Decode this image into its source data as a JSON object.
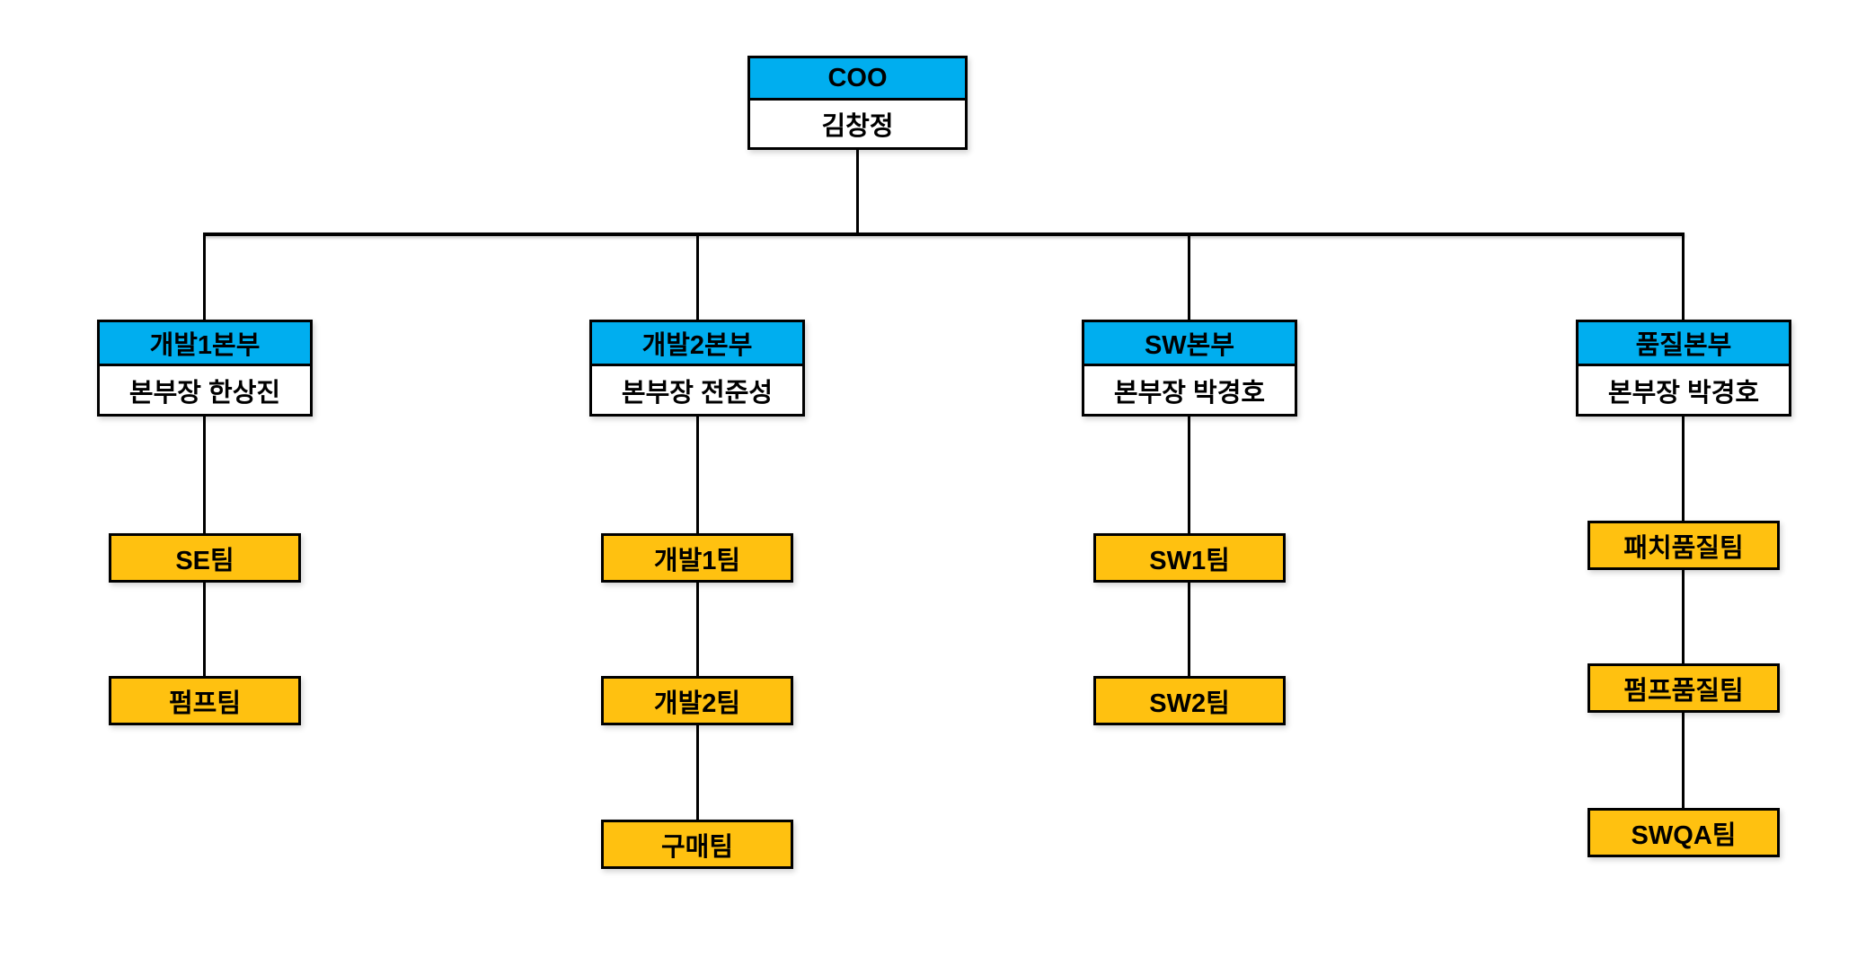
{
  "diagram_type": "org-chart",
  "colors": {
    "department_header": "#00AEEF",
    "team_fill": "#FFC110",
    "box_border": "#000000",
    "connector": "#000000",
    "background": "#FFFFFF",
    "text": "#000000"
  },
  "root": {
    "title": "COO",
    "name": "김창정"
  },
  "branches": [
    {
      "title": "개발1본부",
      "manager": "본부장 한상진",
      "teams": [
        "SE팀",
        "펌프팀"
      ]
    },
    {
      "title": "개발2본부",
      "manager": "본부장 전준성",
      "teams": [
        "개발1팀",
        "개발2팀",
        "구매팀"
      ]
    },
    {
      "title": "SW본부",
      "manager": "본부장 박경호",
      "teams": [
        "SW1팀",
        "SW2팀"
      ]
    },
    {
      "title": "품질본부",
      "manager": "본부장 박경호",
      "teams": [
        "패치품질팀",
        "펌프품질팀",
        "SWQA팀"
      ]
    }
  ]
}
